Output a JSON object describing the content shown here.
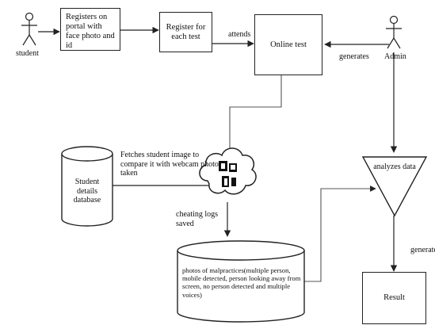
{
  "actors": {
    "student": "student",
    "admin": "Admin"
  },
  "nodes": {
    "register_portal": "Registers on portal with face photo and id",
    "register_test": "Register for each test",
    "online_test": "Online test",
    "student_db": "Student details database",
    "analyzes": "analyzes data",
    "result": "Result",
    "malpractice_db": "photos of malpractices(multiple person, mobile detected, person looking away from screen, no person detected and multiple voices)"
  },
  "edge_labels": {
    "attends": "attends",
    "generates": "generates",
    "fetches": "Fetches student image to compare it with webcam photo taken",
    "cheating_logs": "cheating logs saved",
    "generate_result": "generate"
  }
}
